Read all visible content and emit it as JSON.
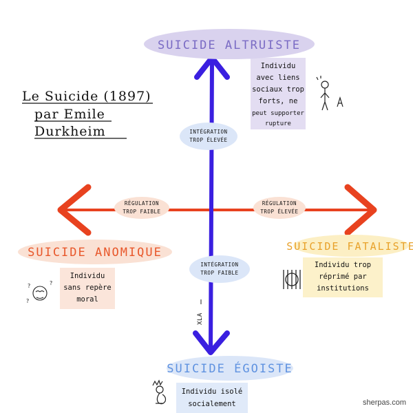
{
  "title": {
    "line1": "Le Suicide (1897)",
    "line2": "par Emile",
    "line3": "Durkheim"
  },
  "altruiste": {
    "label": "SUICIDE ALTRUISTE",
    "note": [
      "Individu",
      "avec liens",
      "sociaux trop",
      "forts, ne",
      "peut supporter",
      "rupture"
    ],
    "color": "#d9d2ee",
    "text_color": "#7a6bc4"
  },
  "anomique": {
    "label": "SUICIDE ANOMIQUE",
    "note": [
      "Individu",
      "sans repère",
      "moral"
    ],
    "color": "#fae1d4",
    "text_color": "#e8572a"
  },
  "fataliste": {
    "label": "SUICIDE FATALISTE",
    "note": [
      "Individu trop",
      "réprimé par",
      "institutions"
    ],
    "color": "#fcefc4",
    "text_color": "#e8a12a"
  },
  "egoiste": {
    "label": "SUICIDE ÉGOISTE",
    "note": [
      "Individu isolé",
      "socialement"
    ],
    "color": "#dbe6f8",
    "text_color": "#5f92e0"
  },
  "axes": {
    "integration_high": [
      "INTÉGRATION",
      "TROP ÉLEVÉE"
    ],
    "integration_low": [
      "INTÉGRATION",
      "TROP FAIBLE"
    ],
    "regulation_low": [
      "RÉGULATION",
      "TROP FAIBLE"
    ],
    "regulation_high": [
      "RÉGULATION",
      "TROP ÉLEVÉE"
    ],
    "vertical_color": "#3a1fe0",
    "horizontal_color": "#e8421f"
  },
  "signature": "XLA",
  "footer": "sherpas.com"
}
